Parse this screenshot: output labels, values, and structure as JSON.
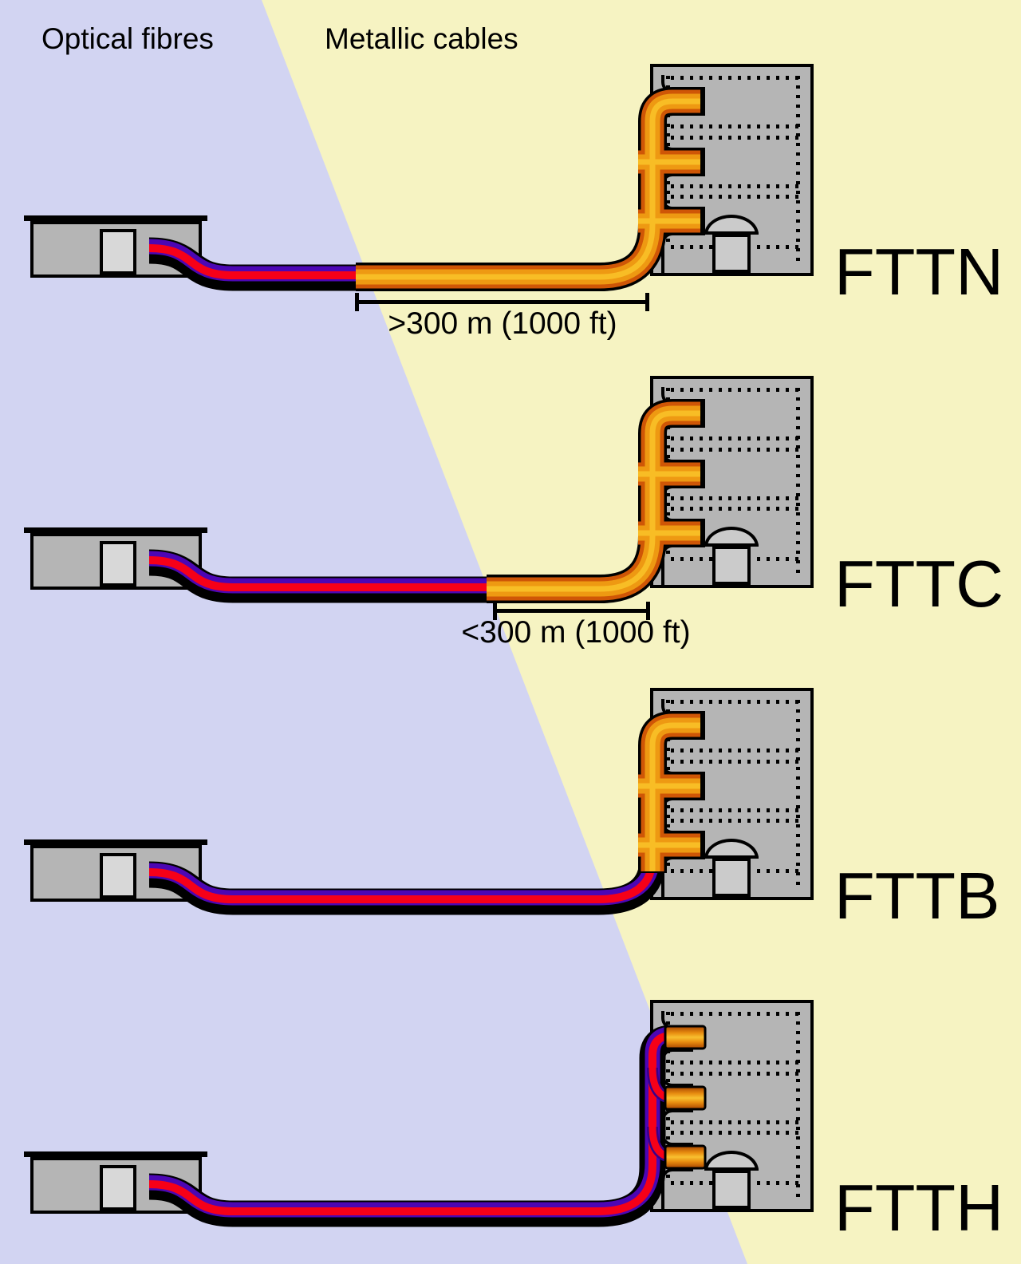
{
  "header": {
    "left_label": "Optical fibres",
    "right_label": "Metallic cables"
  },
  "rows": [
    {
      "label": "FTTN",
      "measurement": ">300 m (1000 ft)"
    },
    {
      "label": "FTTC",
      "measurement": "<300 m (1000 ft)"
    },
    {
      "label": "FTTB",
      "measurement": ""
    },
    {
      "label": "FTTH",
      "measurement": ""
    }
  ],
  "colors": {
    "optical_region_background": "#d2d4f2",
    "metallic_region_background": "#f6f3c2",
    "fiber_core_red": "#f60018",
    "fiber_sheath_purple": "#4c06b4",
    "copper_cable_orange": "#ee9912",
    "copper_cable_highlight": "#f8bd25",
    "building_gray": "#b5b5b5",
    "door_gray": "#cbcbcb",
    "outline_black": "#000000"
  }
}
